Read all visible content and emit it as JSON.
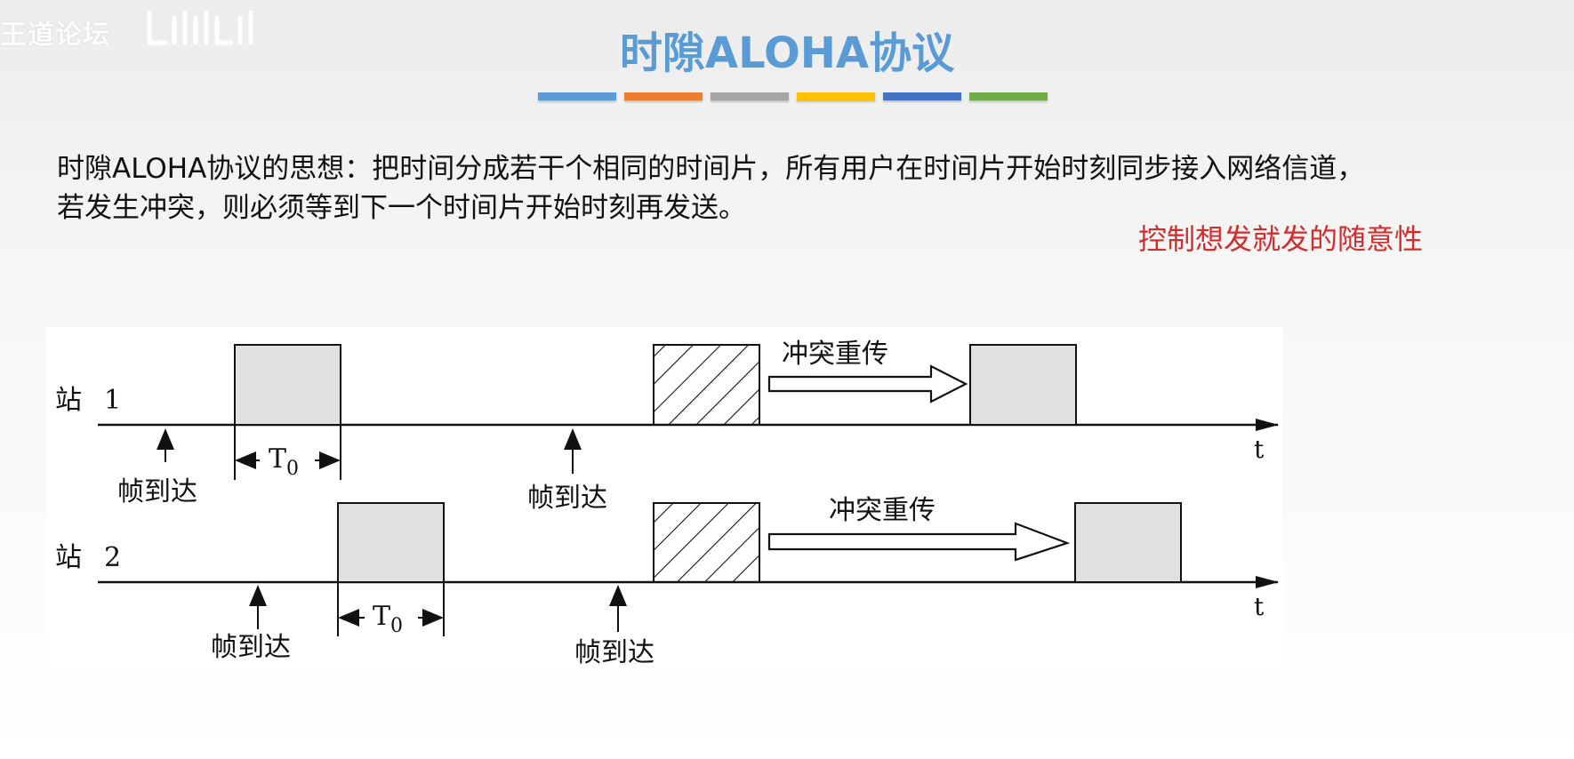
{
  "watermark": {
    "text": "王道论坛",
    "logo_icon": "bilibili-logo-icon"
  },
  "title": "时隙ALOHA协议",
  "title_bar_colors": [
    "#5b9bd5",
    "#ed7d31",
    "#a5a5a5",
    "#ffc000",
    "#4472c4",
    "#70ad47"
  ],
  "description": {
    "line1": "时隙ALOHA协议的思想：把时间分成若干个相同的时间片，所有用户在时间片开始时刻同步接入网络信道，",
    "line2": "若发生冲突，则必须等到下一个时间片开始时刻再发送。"
  },
  "note": "控制想发就发的随意性",
  "diagram": {
    "station1": {
      "label": "站",
      "number": "1"
    },
    "station2": {
      "label": "站",
      "number": "2"
    },
    "frame_arrive": "帧到达",
    "collision_retransmit": "冲突重传",
    "t0_main": "T",
    "t0_sub": "0",
    "time_axis": "t",
    "colors": {
      "frame_fill": "#e0e0e0",
      "stroke": "#111111"
    }
  }
}
